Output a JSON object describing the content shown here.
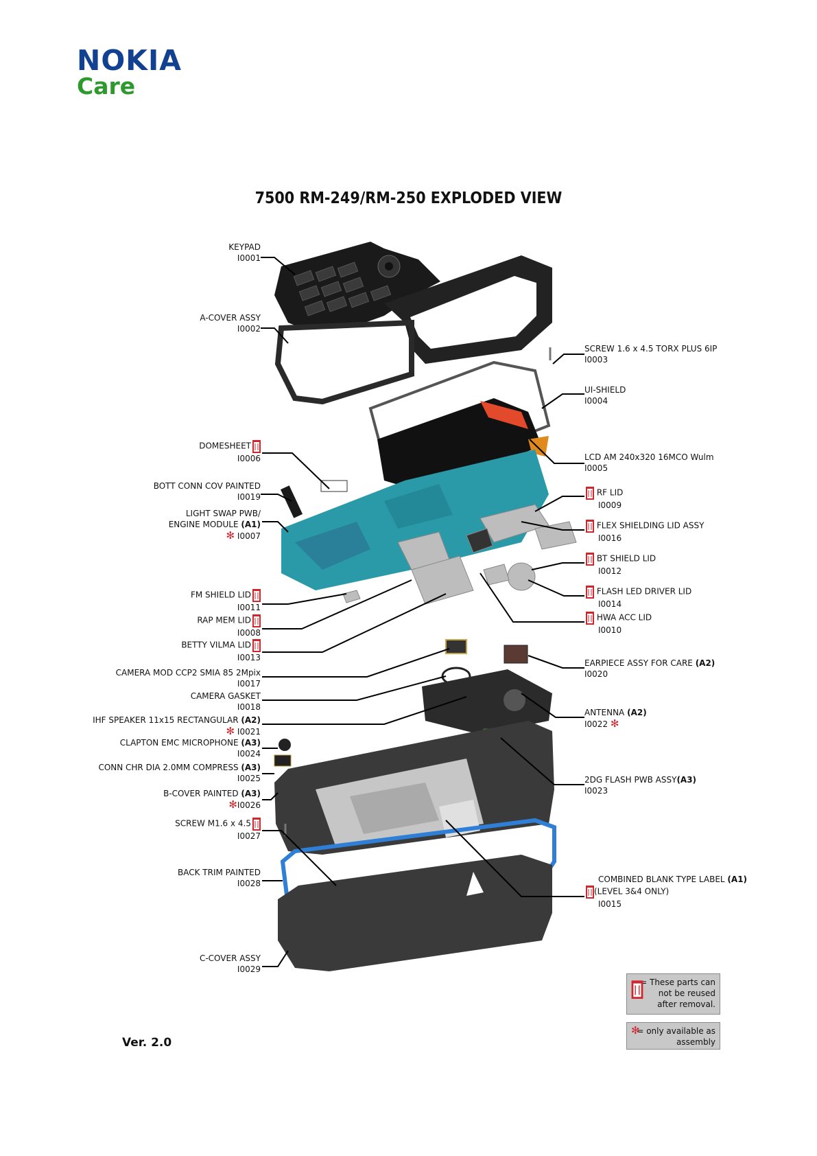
{
  "brand": "NOKIA",
  "brand_sub": "Care",
  "title": "7500 RM-249/RM-250 EXPLODED VIEW",
  "version": "Ver. 2.0",
  "colors": {
    "brand_blue": "#124191",
    "care_green": "#2e9a2e",
    "mark_red": "#d0262e",
    "legend_grey": "#c8c8c8",
    "gasket_blue": "#2f7fd6"
  },
  "icons": {
    "not_reusable": "red-bin-icon",
    "assembly_only": "red-star-icon"
  },
  "left_parts": [
    {
      "name": "KEYPAD",
      "code": "I0001"
    },
    {
      "name": "A-COVER ASSY",
      "code": "I0002"
    },
    {
      "name": "DOMESHEET",
      "code": "I0006",
      "bin": true
    },
    {
      "name": "BOTT CONN COV PAINTED",
      "code": "I0019"
    },
    {
      "name": "LIGHT SWAP PWB/",
      "name2": "ENGINE MODULE",
      "level": "(A1)",
      "code": "I0007",
      "star": true
    },
    {
      "name": "FM SHIELD LID",
      "code": "I0011",
      "bin": true
    },
    {
      "name": "RAP MEM LID",
      "code": "I0008",
      "bin": true
    },
    {
      "name": "BETTY VILMA LID",
      "code": "I0013",
      "bin": true
    },
    {
      "name": "CAMERA MOD CCP2 SMIA 85 2Mpix",
      "code": "I0017"
    },
    {
      "name": "CAMERA GASKET",
      "code": "I0018"
    },
    {
      "name": "IHF SPEAKER 11x15 RECTANGULAR",
      "level": "(A2)",
      "code": "I0021",
      "star": true
    },
    {
      "name": "CLAPTON EMC MICROPHONE",
      "level": "(A3)",
      "code": "I0024"
    },
    {
      "name": "CONN CHR DIA 2.0MM COMPRESS",
      "level": "(A3)",
      "code": "I0025"
    },
    {
      "name": "B-COVER PAINTED",
      "level": "(A3)",
      "code": "I0026",
      "star": true
    },
    {
      "name": "SCREW M1.6 x 4.5",
      "code": "I0027",
      "bin": true
    },
    {
      "name": "BACK TRIM PAINTED",
      "code": "I0028"
    },
    {
      "name": "C-COVER ASSY",
      "code": "I0029"
    }
  ],
  "right_parts": [
    {
      "name": "SCREW 1.6 x 4.5 TORX PLUS 6IP",
      "code": "I0003"
    },
    {
      "name": "UI-SHIELD",
      "code": "I0004"
    },
    {
      "name": "LCD AM 240x320 16MCO Wulm",
      "code": "I0005"
    },
    {
      "name": "RF LID",
      "code": "I0009",
      "bin": true
    },
    {
      "name": "FLEX SHIELDING LID ASSY",
      "code": "I0016",
      "bin": true
    },
    {
      "name": "BT SHIELD LID",
      "code": "I0012",
      "bin": true
    },
    {
      "name": "FLASH LED DRIVER LID",
      "code": "I0014",
      "bin": true
    },
    {
      "name": "HWA ACC LID",
      "code": "I0010",
      "bin": true
    },
    {
      "name": "EARPIECE ASSY FOR CARE",
      "level": "(A2)",
      "code": "I0020"
    },
    {
      "name": "ANTENNA",
      "level": "(A2)",
      "code": "I0022",
      "star": true
    },
    {
      "name": "2DG FLASH PWB ASSY",
      "level": "(A3)",
      "code": "I0023"
    },
    {
      "name": "COMBINED BLANK TYPE LABEL",
      "level": "(A1)",
      "name2": "(LEVEL 3&4 ONLY)",
      "code": "I0015",
      "bin": true
    }
  ],
  "legend": {
    "bin_text": [
      "= These parts can",
      "not be reused",
      "after removal."
    ],
    "star_text": [
      "= only available as",
      "assembly"
    ]
  }
}
